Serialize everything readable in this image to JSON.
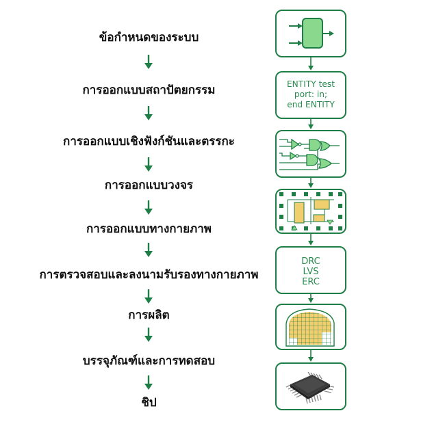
{
  "steps": [
    "ข้อกำหนดของระบบ",
    "การออกแบบสถาปัตยกรรม",
    "การออกแบบเชิงฟังก์ชันและตรรกะ",
    "การออกแบบวงจร",
    "การออกแบบทางกายภาพ",
    "การตรวจสอบและลงนามรับรองทางกายภาพ",
    "การผลิต",
    "บรรจุภัณฑ์และการทดสอบ",
    "ชิป"
  ],
  "cards": {
    "hdl": {
      "line1": "ENTITY test",
      "line2": "port: in;",
      "line3": "end ENTITY"
    },
    "verify": {
      "line1": "DRC",
      "line2": "LVS",
      "line3": "ERC"
    }
  },
  "colors": {
    "accent": "#1e7e45",
    "block": "#8ad88e",
    "chip": "#f2cf6e",
    "text": "#111111"
  }
}
